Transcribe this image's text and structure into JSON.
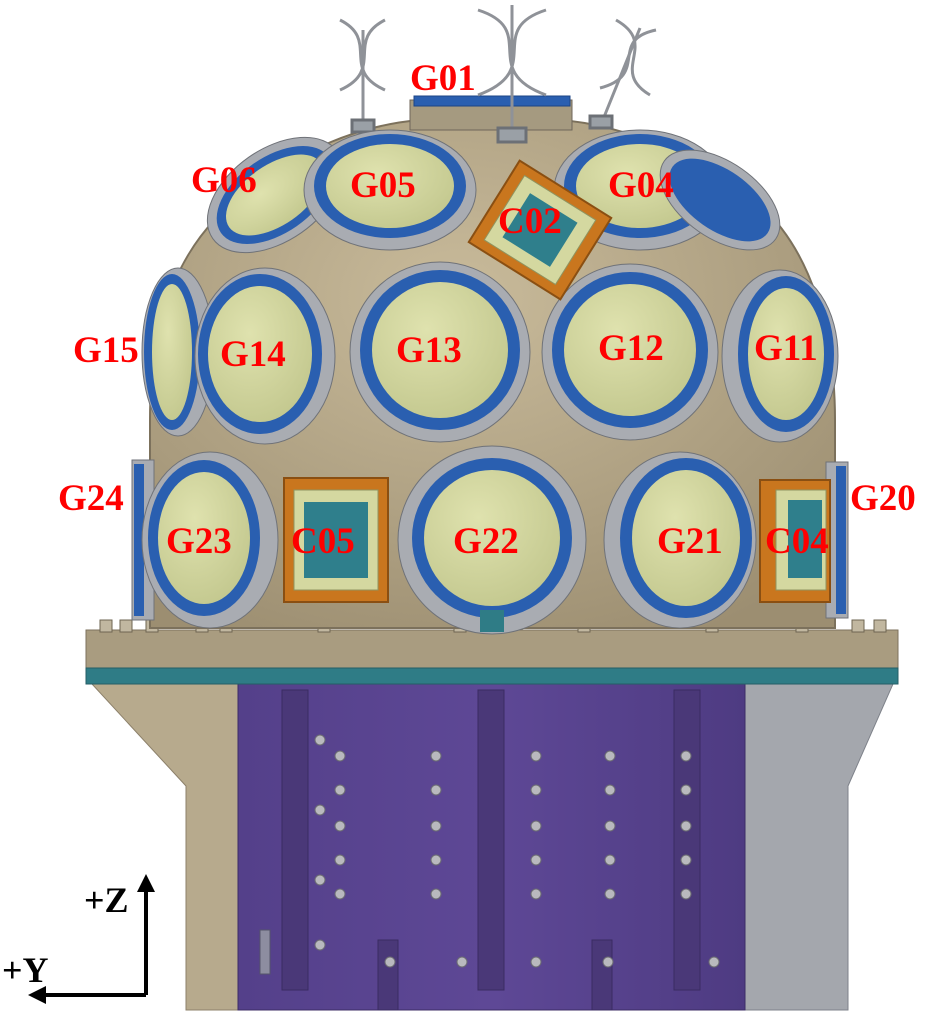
{
  "colors": {
    "dome": "#b8a98a",
    "dome_shadow": "#9f9175",
    "flange": "#a79a7e",
    "teal_band": "#2e7d86",
    "base_purple": "#5b4590",
    "base_purple_dark": "#4b3878",
    "base_side": "#b9ab8e",
    "base_side_gray": "#9aa0a8",
    "detector_ring_blue": "#2a5fb0",
    "detector_ring_gray": "#a9acb2",
    "detector_face": "#d4d8a0",
    "cube_copper": "#c9761e",
    "cube_face": "#2f7f8c",
    "label": "#ff0000",
    "axis": "#000000"
  },
  "labels": {
    "G01": "G01",
    "G04": "G04",
    "G05": "G05",
    "G06": "G06",
    "C02": "C02",
    "G11": "G11",
    "G12": "G12",
    "G13": "G13",
    "G14": "G14",
    "G15": "G15",
    "G20": "G20",
    "G21": "G21",
    "G22": "G22",
    "G23": "G23",
    "G24": "G24",
    "C04": "C04",
    "C05": "C05"
  },
  "axes": {
    "z_label": "+Z",
    "y_label": "+Y"
  }
}
